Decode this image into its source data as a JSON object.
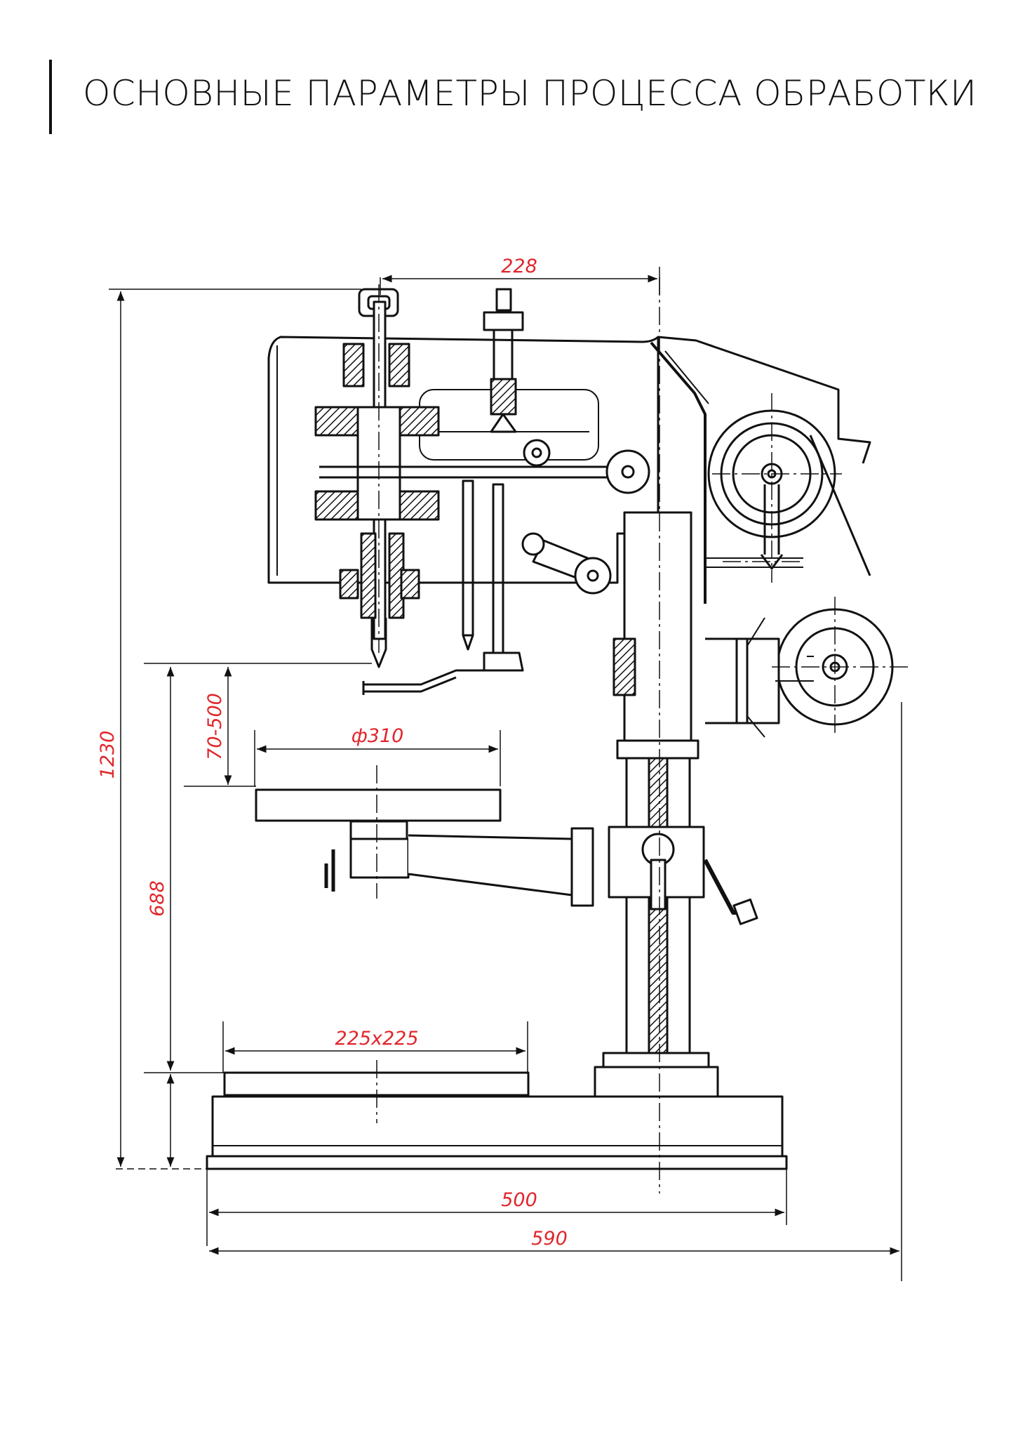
{
  "page": {
    "title": "ОСНОВНЫЕ ПАРАМЕТРЫ ПРОЦЕССА ОБРАБОТКИ"
  },
  "colors": {
    "dimension_text": "#e1262b",
    "line": "#111111"
  },
  "dimensions": {
    "head_offset": "228",
    "total_height": "1230",
    "feed_range": "70-500",
    "table_diameter": "ф310",
    "spindle_to_base": "688",
    "base_table_size": "225x225",
    "base_width": "500",
    "overall_width": "590"
  }
}
